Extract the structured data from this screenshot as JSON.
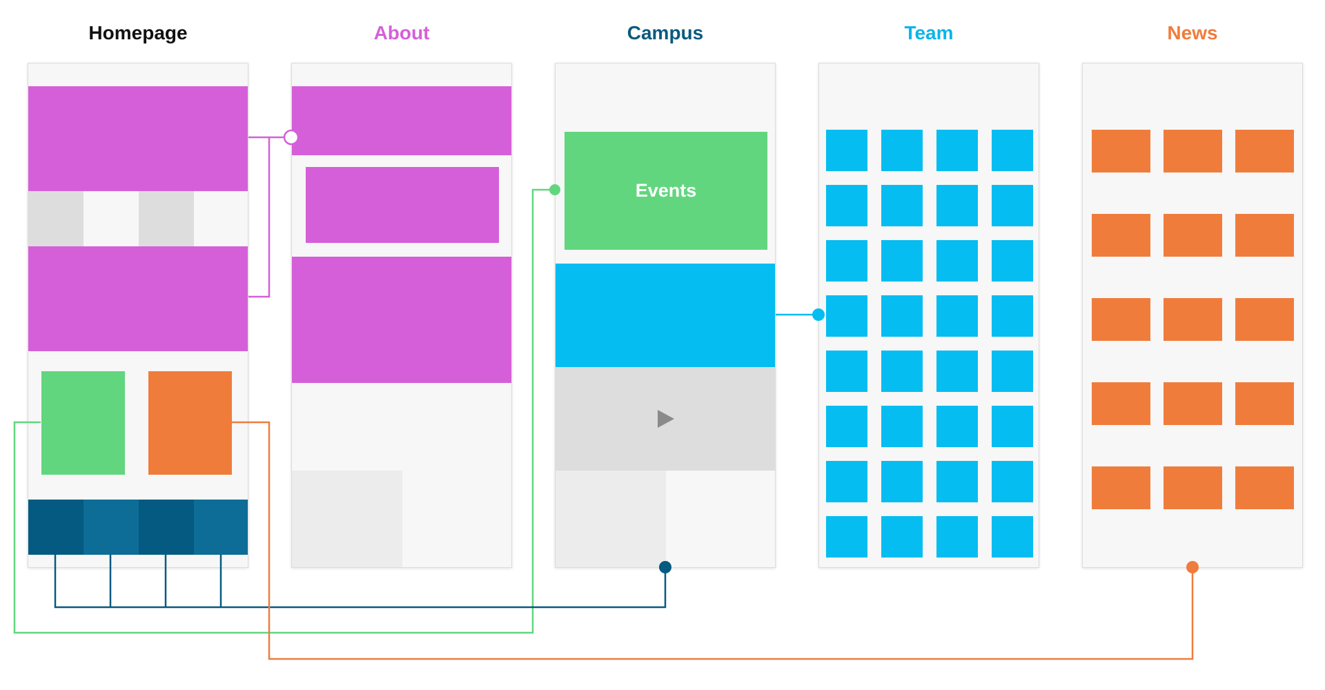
{
  "colors": {
    "magenta": "#d55fd9",
    "green": "#62d67f",
    "orange": "#f07c3c",
    "sky": "#05bdf1",
    "navy": "#045a80",
    "navy_alt": "#0d6d96",
    "light_gray": "#dddddd",
    "pale_gray": "#ececec",
    "page_bg": "#f7f7f7",
    "homepage_title": "#111111",
    "about_title": "#d55fd9",
    "campus_title": "#0a5a7e",
    "team_title": "#0bb5ea",
    "news_title": "#f07c3c"
  },
  "titles": {
    "homepage": "Homepage",
    "about": "About",
    "campus": "Campus",
    "team": "Team",
    "news": "News"
  },
  "campus": {
    "events_label": "Events",
    "video_icon": "play-icon"
  },
  "team": {
    "tile_rows": 8,
    "tile_cols": 4
  },
  "news": {
    "tile_rows": 5,
    "tile_cols": 3
  },
  "connections": [
    {
      "from": "homepage-magenta-blocks",
      "to": "about-page",
      "color": "magenta"
    },
    {
      "from": "homepage-green-block",
      "to": "campus-events",
      "color": "green"
    },
    {
      "from": "homepage-nav-bar",
      "to": "campus-page",
      "color": "navy"
    },
    {
      "from": "homepage-orange-block",
      "to": "news-page",
      "color": "orange"
    },
    {
      "from": "campus-blue-band",
      "to": "team-page",
      "color": "sky"
    }
  ]
}
